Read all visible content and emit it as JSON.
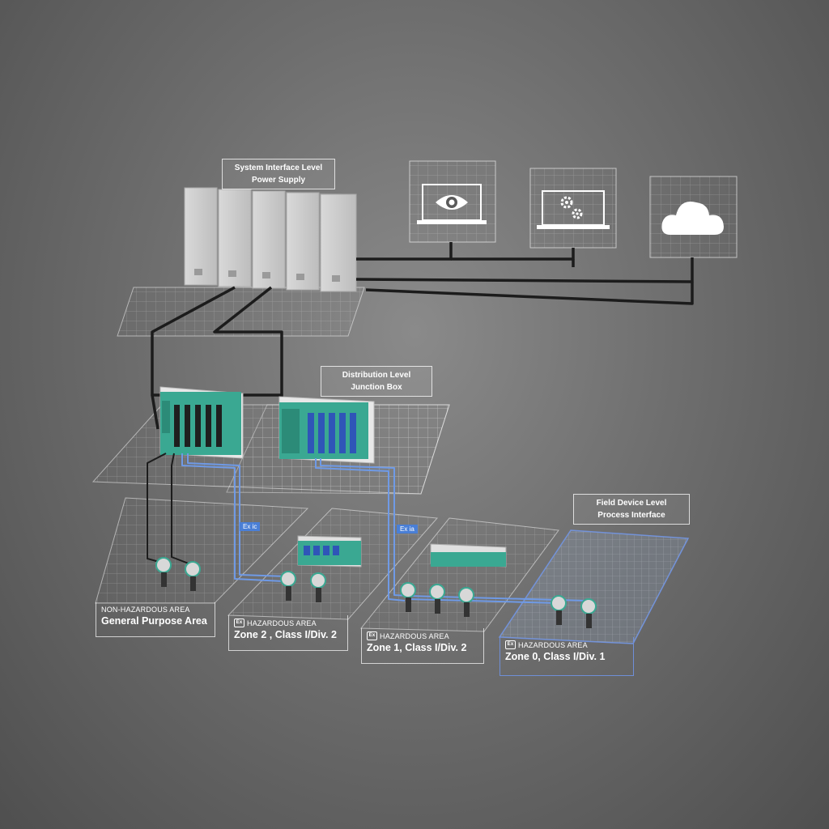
{
  "levels": {
    "system": {
      "line1": "System Interface Level",
      "line2": "Power Supply"
    },
    "distribution": {
      "line1": "Distribution Level",
      "line2": "Junction Box"
    },
    "field": {
      "line1": "Field Device Level",
      "line2": "Process Interface"
    }
  },
  "monitors": [
    {
      "icon": "eye-icon"
    },
    {
      "icon": "gears-icon"
    },
    {
      "icon": "cloud-icon"
    }
  ],
  "protection_tags": {
    "ex_ic": "Ex ic",
    "ex_ia": "Ex ia"
  },
  "areas": [
    {
      "tag": "NON-HAZARDOUS AREA",
      "name": "General Purpose Area",
      "ex": false
    },
    {
      "tag": "HAZARDOUS AREA",
      "name": "Zone 2 , Class I/Div. 2",
      "ex": true
    },
    {
      "tag": "HAZARDOUS AREA",
      "name": "Zone 1, Class I/Div. 2",
      "ex": true
    },
    {
      "tag": "HAZARDOUS AREA",
      "name": "Zone 0, Class I/Div. 1",
      "ex": true
    }
  ],
  "colors": {
    "cable_black": "#1c1c1c",
    "cable_blue": "#6f9ae6",
    "module_green": "#3aa892",
    "zone0_blue": "#6f8fd8"
  }
}
